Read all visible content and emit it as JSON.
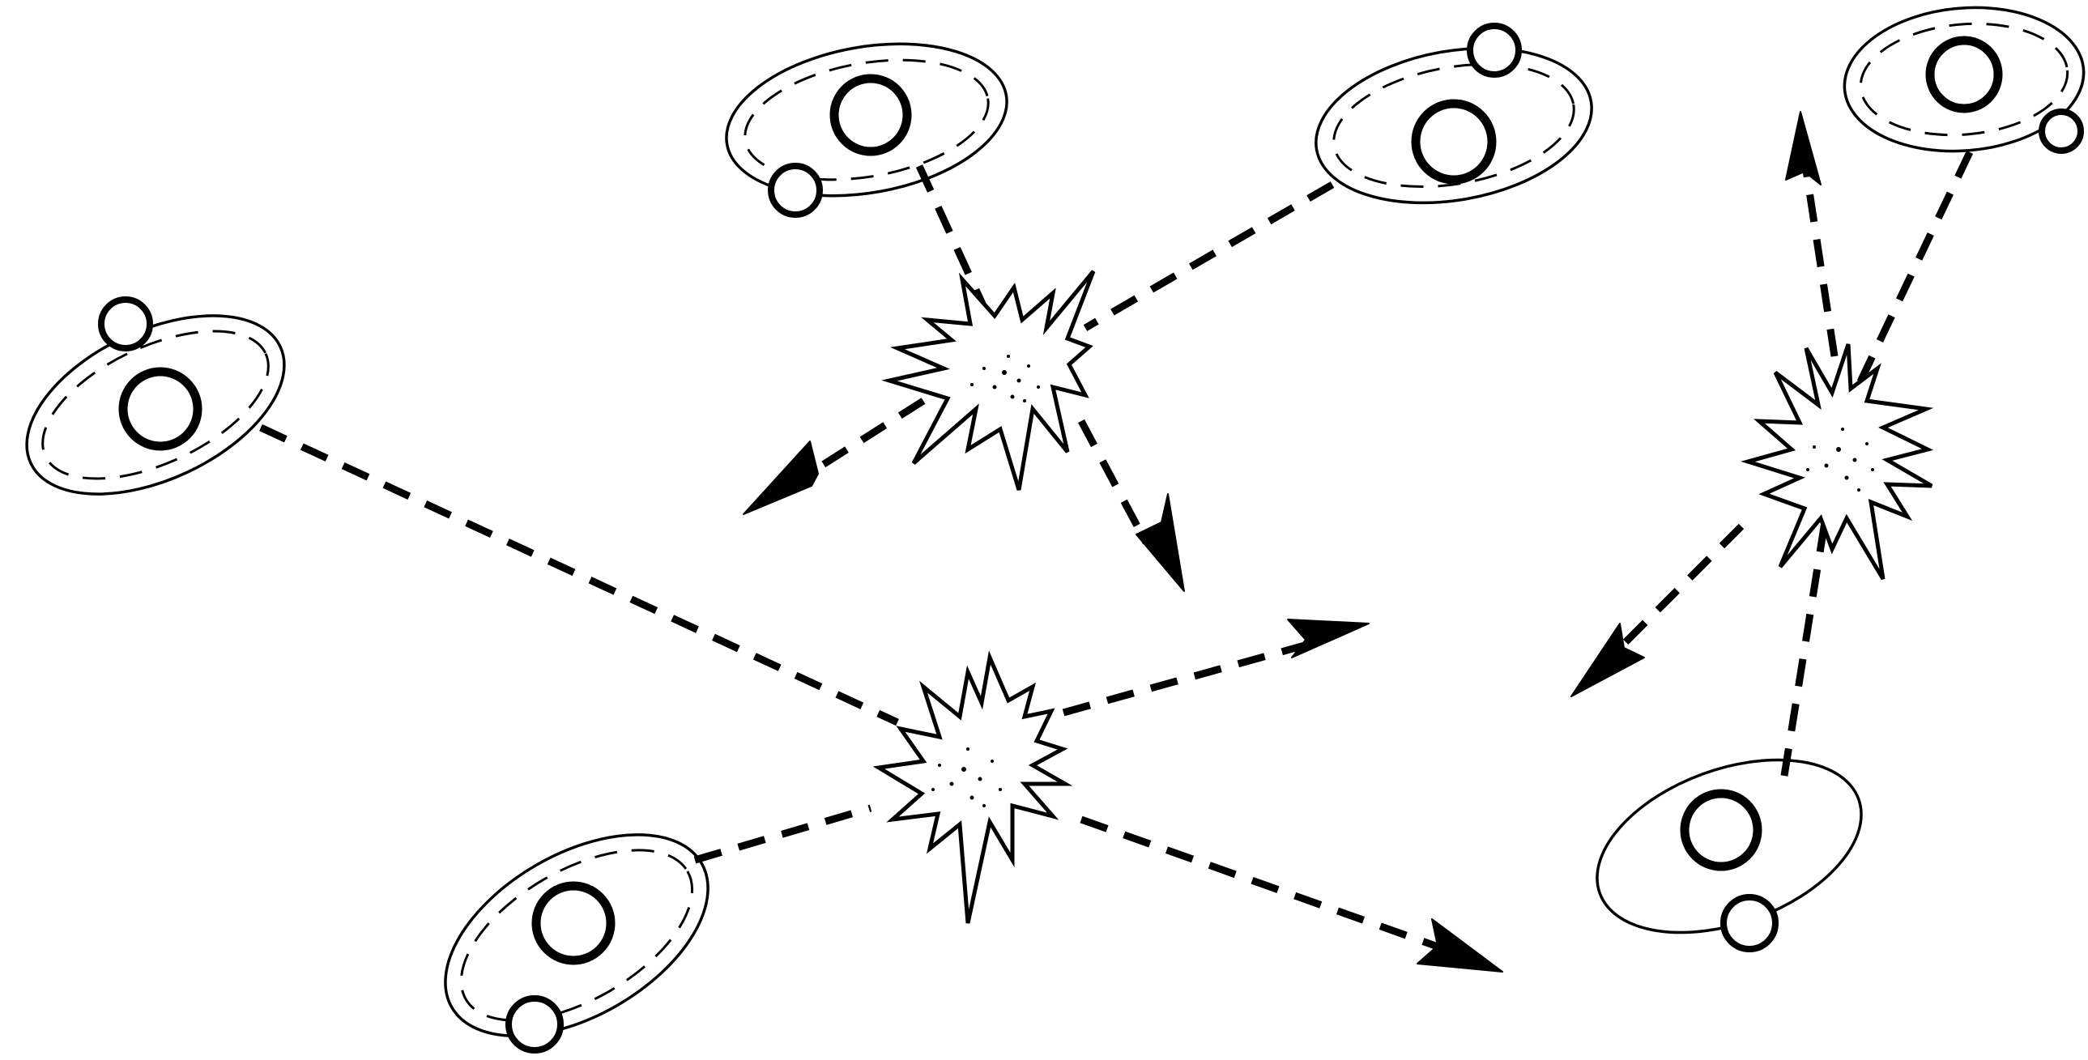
{
  "diagram": {
    "kind": "atomic-collision-illustration",
    "colors": {
      "ink": "#000000",
      "paper": "#ffffff"
    },
    "atoms": [
      {
        "id": "atom-top-center",
        "electron_side": "lower-left"
      },
      {
        "id": "atom-top-right",
        "electron_side": "upper-right"
      },
      {
        "id": "atom-far-right",
        "electron_side": "right"
      },
      {
        "id": "atom-left",
        "electron_side": "upper-left"
      },
      {
        "id": "atom-bottom-center",
        "electron_side": "lower-left"
      },
      {
        "id": "atom-bottom-right",
        "electron_side": "lower-center"
      }
    ],
    "collisions": [
      {
        "id": "collision-upper",
        "incoming_from": [
          "atom-top-center",
          "atom-top-right"
        ],
        "outgoing_arrows": 2
      },
      {
        "id": "collision-lower",
        "incoming_from": [
          "atom-left",
          "atom-bottom-center"
        ],
        "outgoing_arrows": 2
      },
      {
        "id": "collision-right",
        "incoming_from": [
          "atom-far-right",
          "atom-bottom-right"
        ],
        "outgoing_arrows": 2
      }
    ],
    "icons": {
      "atom": "atom-icon",
      "collision": "collision-burst-icon",
      "arrow": "arrow-icon"
    }
  }
}
